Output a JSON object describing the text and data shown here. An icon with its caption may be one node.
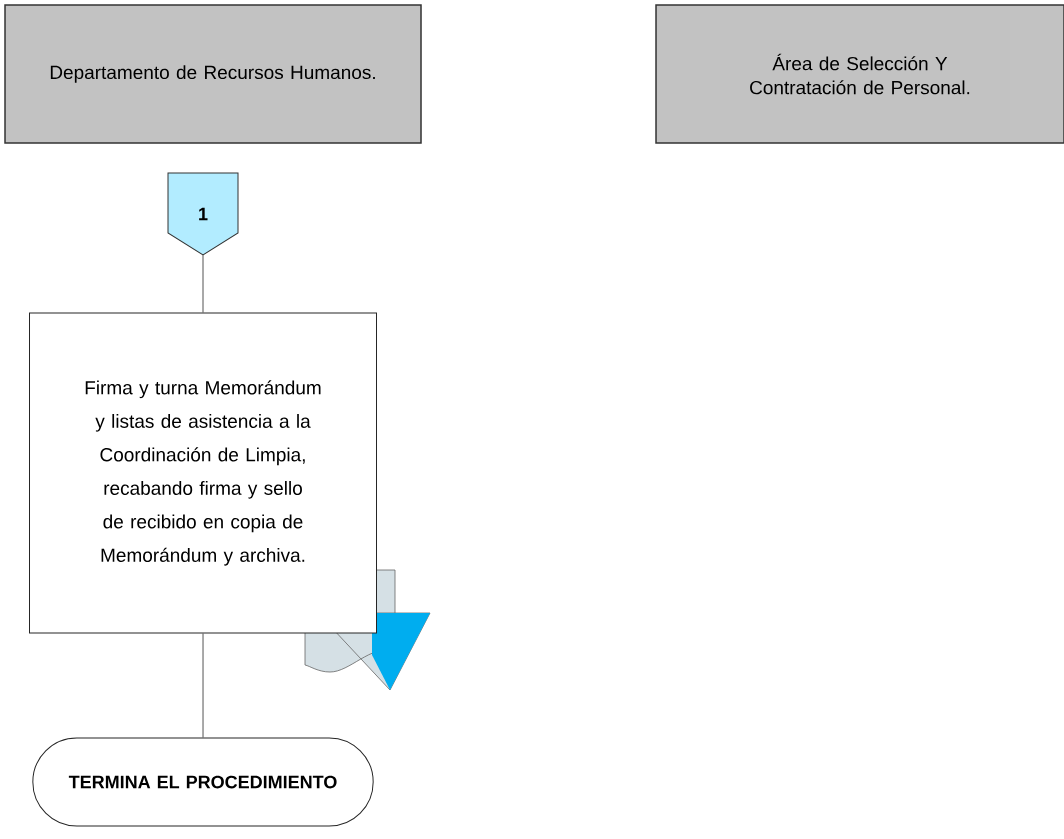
{
  "diagram": {
    "nodes": [
      {
        "text": [
          "Departamento de Recursos Humanos."
        ]
      },
      {
        "text": [
          "Área de Selección Y Contratación de Personal."
        ]
      },
      {
        "text": [
          "1"
        ]
      },
      {
        "text": [
          "Firma y turna Memorándum y listas de asistencia a la Coordinación de Limpia, recabando firma y sello de recibido en copia de Memorándum y archiva."
        ]
      },
      {
        "text": [
          "TERMINA EL PROCEDIMIENTO"
        ]
      }
    ],
    "edges": [
      {
        "from": 2,
        "to": 3,
        "arrow": "none"
      },
      {
        "from": 3,
        "to": 4,
        "arrow": "none"
      }
    ]
  }
}
